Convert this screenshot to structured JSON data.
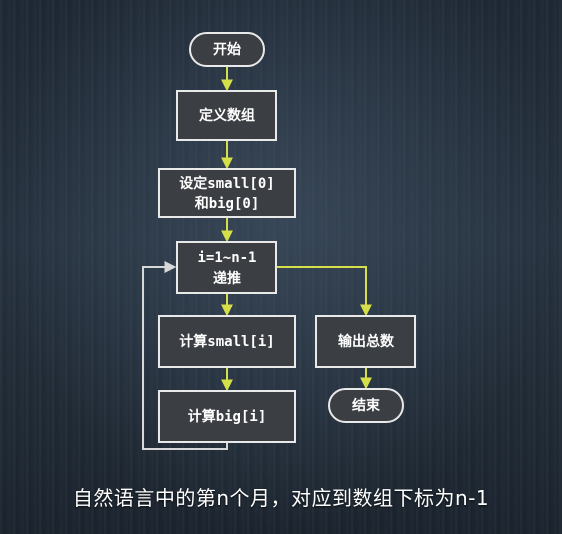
{
  "nodes": {
    "start": "开始",
    "define_array": "定义数组",
    "set_initial_line1": "设定small[0]",
    "set_initial_line2": "和big[0]",
    "loop_line1": "i=1~n-1",
    "loop_line2": "递推",
    "calc_small": "计算small[i]",
    "calc_big": "计算big[i]",
    "output_total": "输出总数",
    "end": "结束"
  },
  "caption": "自然语言中的第n个月，对应到数组下标为n-1",
  "colors": {
    "node_fill": "#3b3e42",
    "node_border": "#e9e9e9",
    "arrow": "#d4df4a",
    "loop_arrow": "#d8d8d8"
  }
}
